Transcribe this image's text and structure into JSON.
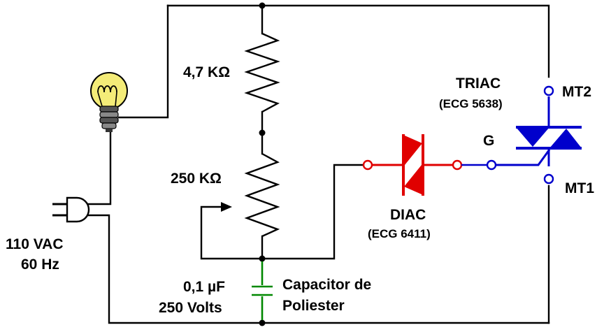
{
  "labels": {
    "r1": "4,7 KΩ",
    "pot": "250 KΩ",
    "supply_voltage": "110 VAC",
    "supply_freq": "60 Hz",
    "cap_value": "0,1 µF",
    "cap_voltage": "250 Volts",
    "cap_type_line1": "Capacitor de",
    "cap_type_line2": "Poliester",
    "triac_name": "TRIAC",
    "triac_part": "(ECG 5638)",
    "mt2": "MT2",
    "mt1": "MT1",
    "gate": "G",
    "diac_name": "DIAC",
    "diac_part": "(ECG 6411)"
  },
  "colors": {
    "wire": "#000000",
    "triac": "#0000cc",
    "diac": "#e00000",
    "capacitor": "#008800",
    "bulb_glass": "#f4ec78",
    "bulb_base": "#666666"
  },
  "icons": {
    "lamp": "light-bulb-icon",
    "plug": "power-plug-icon",
    "potentiometer_wiper": "arrow-right-icon"
  }
}
